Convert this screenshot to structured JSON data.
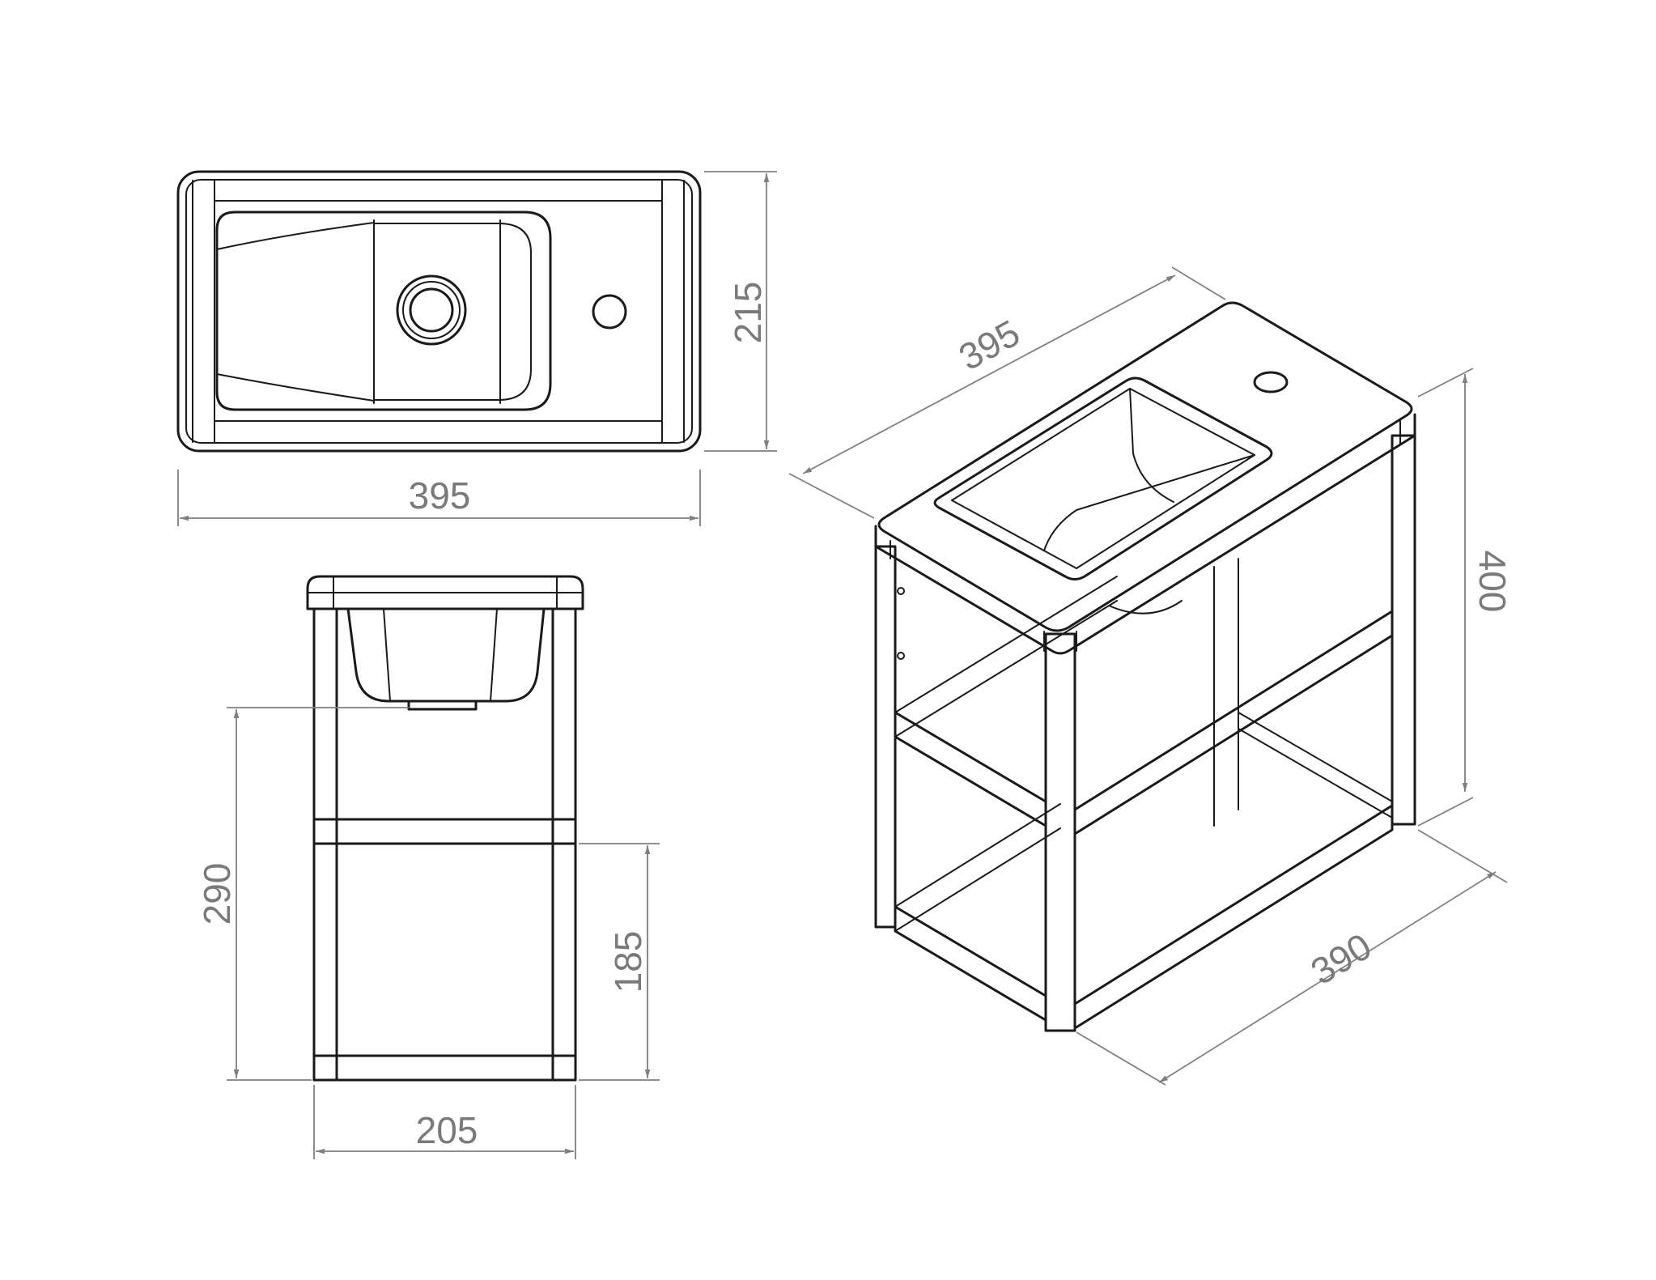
{
  "colors": {
    "line": "#1a1a1a",
    "dimension": "#808080",
    "background": "#ffffff"
  },
  "top_view": {
    "width_label": "395",
    "depth_label": "215"
  },
  "side_view": {
    "bowl_height_label": "290",
    "shelf_height_label": "185",
    "depth_label": "205"
  },
  "iso_view": {
    "width_label": "395",
    "depth_label": "390",
    "height_label": "400"
  }
}
